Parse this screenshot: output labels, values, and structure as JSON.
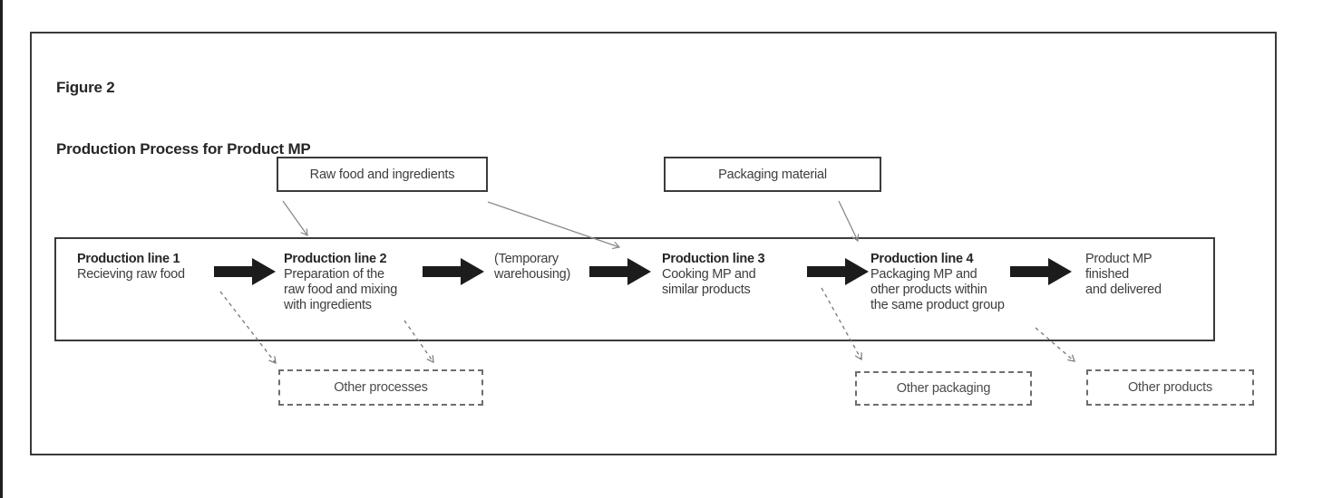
{
  "figure": {
    "label": "Figure 2",
    "title": "Production Process for Product MP"
  },
  "inputs": [
    {
      "label": "Raw food and ingredients"
    },
    {
      "label": "Packaging material"
    }
  ],
  "flow": {
    "stages": [
      {
        "title": "Production line 1",
        "desc": "Recieving raw food"
      },
      {
        "title": "Production line 2",
        "desc": "Preparation of the\nraw food and mixing\nwith ingredients"
      },
      {
        "title": "",
        "desc": "(Temporary\n warehousing)"
      },
      {
        "title": "Production line 3",
        "desc": "Cooking MP and\nsimilar products"
      },
      {
        "title": "Production line 4",
        "desc": "Packaging MP and\nother products within\nthe same product group"
      },
      {
        "title": "",
        "desc": "Product MP\nfinished\nand delivered"
      }
    ]
  },
  "outputs": [
    {
      "label": "Other processes"
    },
    {
      "label": "Other packaging"
    },
    {
      "label": "Other products"
    }
  ],
  "colors": {
    "arrow_black": "#1c1c1c",
    "box_border": "#3a3a3a",
    "connector_gray": "#8a8a8a",
    "dashed_gray": "#777777"
  }
}
